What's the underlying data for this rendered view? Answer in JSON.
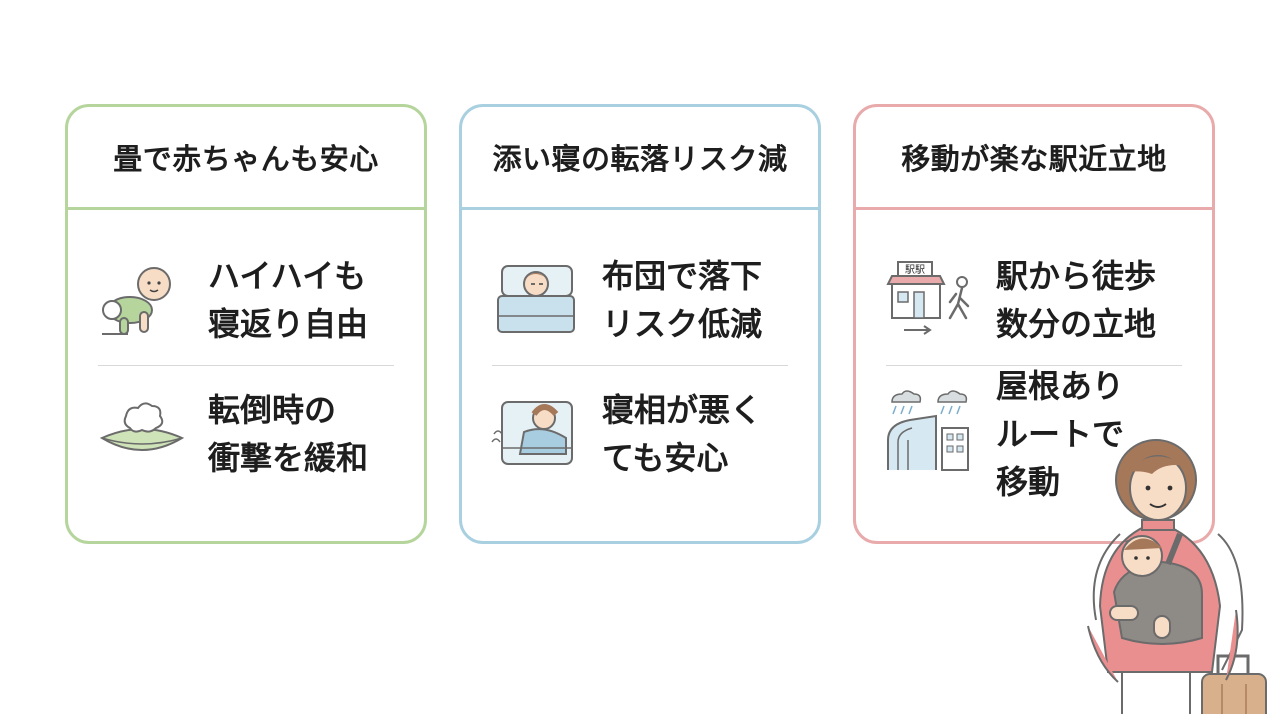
{
  "cards": [
    {
      "title": "畳で赤ちゃんも安心",
      "accent": "#b5d59c",
      "items": [
        {
          "icon": "crawling-baby-icon",
          "lines": [
            "ハイハイも",
            "寝返り自由"
          ]
        },
        {
          "icon": "soft-cushion-icon",
          "lines": [
            "転倒時の",
            "衝撃を緩和"
          ]
        }
      ]
    },
    {
      "title": "添い寝の転落リスク減",
      "accent": "#a9d0e0",
      "items": [
        {
          "icon": "futon-sleeping-icon",
          "lines": [
            "布団で落下",
            "リスク低減"
          ]
        },
        {
          "icon": "tossing-sleeper-icon",
          "lines": [
            "寝相が悪く",
            "ても安心"
          ]
        }
      ]
    },
    {
      "title": "移動が楽な駅近立地",
      "accent": "#e8aaaa",
      "items": [
        {
          "icon": "station-walk-icon",
          "sign": "駅駅",
          "lines": [
            "駅から徒歩",
            "数分の立地"
          ]
        },
        {
          "icon": "covered-route-icon",
          "lines": [
            "屋根あり",
            "ルートで",
            "移動"
          ]
        }
      ]
    }
  ]
}
